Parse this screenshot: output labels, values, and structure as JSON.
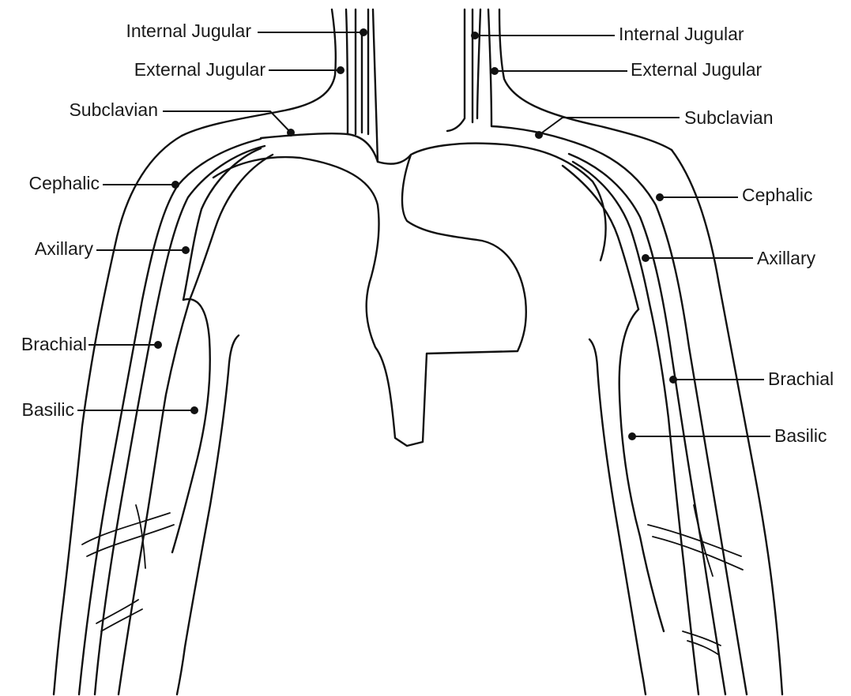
{
  "diagram": {
    "colors": {
      "ink": "#111111",
      "background": "#ffffff"
    },
    "labels": {
      "left_internal_jugular": "Internal Jugular",
      "left_external_jugular": "External Jugular",
      "left_subclavian": "Subclavian",
      "left_cephalic": "Cephalic",
      "left_axillary": "Axillary",
      "left_brachial": "Brachial",
      "left_basilic": "Basilic",
      "right_internal_jugular": "Internal Jugular",
      "right_external_jugular": "External Jugular",
      "right_subclavian": "Subclavian",
      "right_cephalic": "Cephalic",
      "right_axillary": "Axillary",
      "right_brachial": "Brachial",
      "right_basilic": "Basilic"
    }
  }
}
